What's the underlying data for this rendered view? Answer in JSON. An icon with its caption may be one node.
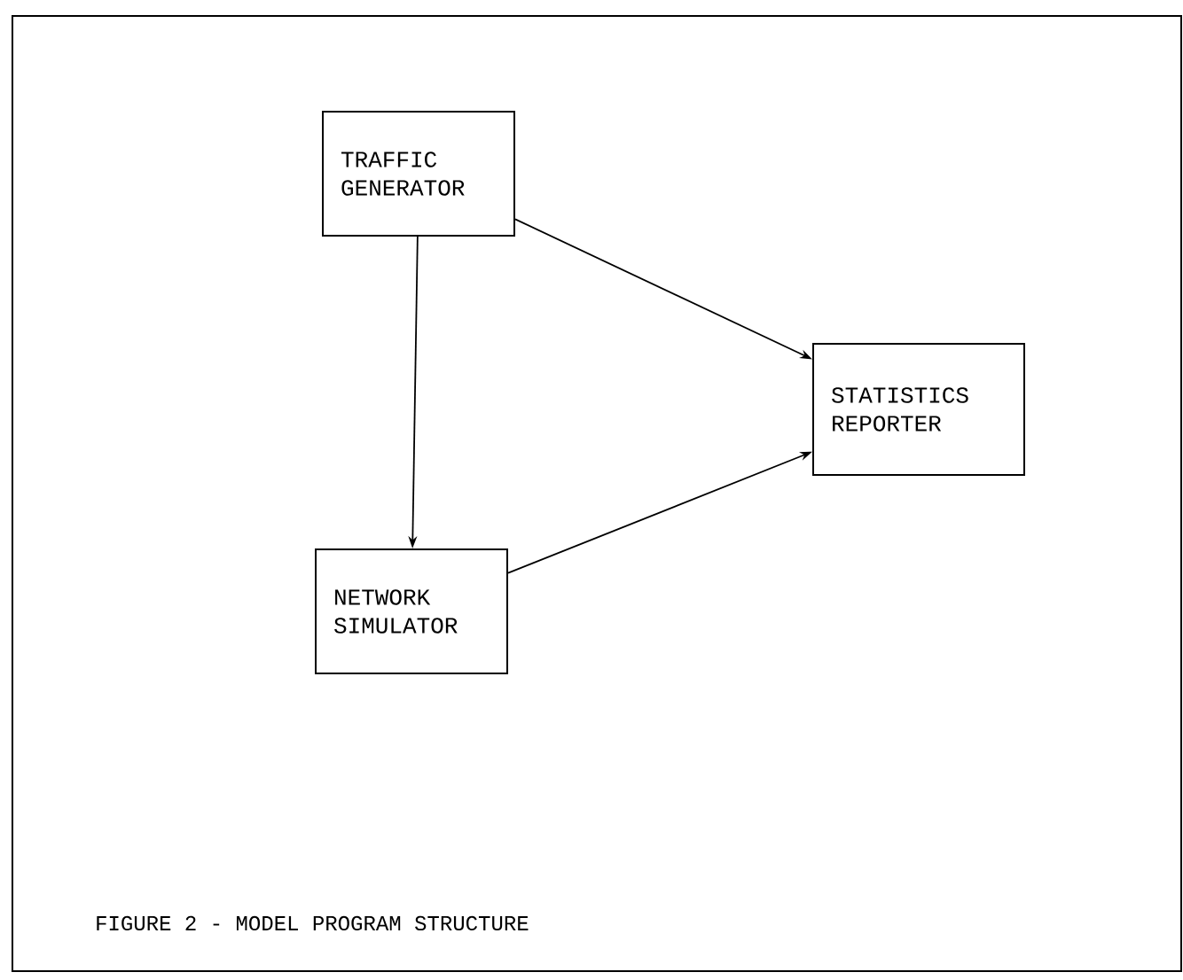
{
  "diagram": {
    "caption": "FIGURE 2 - MODEL PROGRAM STRUCTURE",
    "nodes": [
      {
        "text": [
          "TRAFFIC GENERATOR"
        ]
      },
      {
        "text": [
          "NETWORK SIMULATOR"
        ]
      },
      {
        "text": [
          "STATISTICS REPORTER"
        ]
      }
    ],
    "edges": [
      {
        "from": 0,
        "to": 2,
        "arrow": "to"
      },
      {
        "from": 0,
        "to": 1,
        "arrow": "to"
      },
      {
        "from": 1,
        "to": 2,
        "arrow": "to"
      }
    ]
  }
}
